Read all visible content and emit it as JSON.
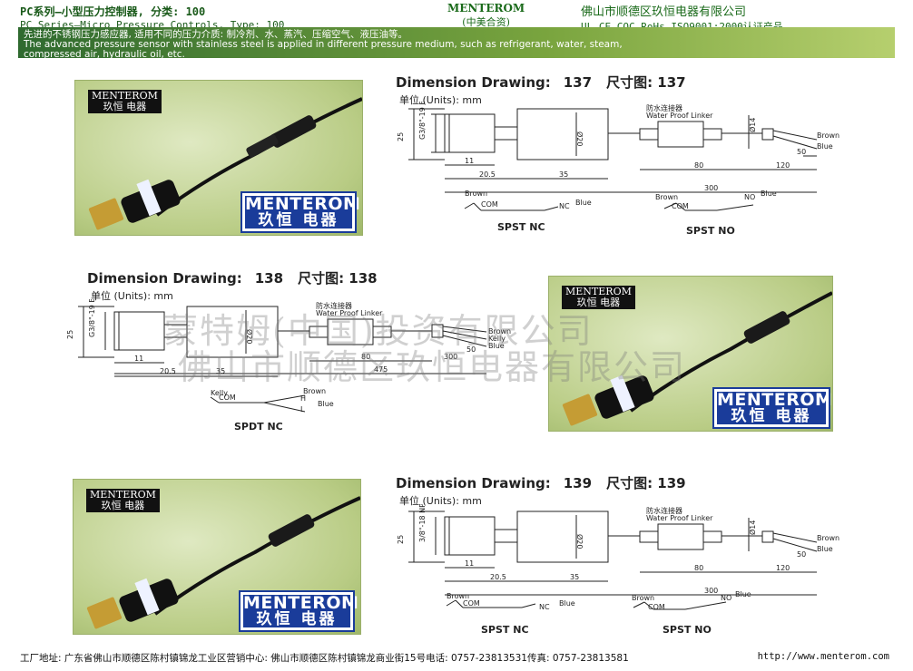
{
  "header": {
    "series_cn": "PC系列—小型压力控制器, 分类: 100",
    "series_en": "PC Series—Micro Pressure Controls, Type: 100",
    "brand": "MENTEROM",
    "brand_sub": "(中美合资)",
    "company": "佛山市顺德区玖恒电器有限公司",
    "certs": "UL CE CQC RoHs ISO9001:2000认证产品"
  },
  "banner": {
    "line1": "先进的不锈钢压力感应器, 适用不同的压力介质: 制冷剂、水、蒸汽、压缩空气、液压油等。",
    "line2": "The advanced pressure sensor with stainless steel is applied in different pressure medium, such as refrigerant, water, steam,",
    "line3": "compressed air, hydraulic oil, etc."
  },
  "logo": {
    "small_en": "MENTEROM",
    "small_cn": "玖恒 电器",
    "big_en": "MENTEROM",
    "big_cn": "玖恒 电器"
  },
  "drawings": [
    {
      "title": "Dimension Drawing:",
      "num": "137",
      "cn_label": "尺寸图:",
      "cn_num": "137",
      "units": "单位 (Units): mm",
      "thread": "G3/8\"-19 BSP",
      "dims": {
        "d25": "25",
        "d20": "Ø20",
        "d14": "Ø14",
        "d11": "11",
        "d205": "20.5",
        "d35": "35",
        "d80": "80",
        "d300": "300",
        "d120": "120",
        "d50": "50"
      },
      "linker_cn": "防水连接器",
      "linker_en": "Water Proof Linker",
      "wire1": "Brown",
      "wire2": "Blue",
      "switch1": {
        "top": "Brown",
        "com": "COM",
        "state": "NC",
        "end": "Blue",
        "label": "SPST NC"
      },
      "switch2": {
        "top": "Brown",
        "com": "COM",
        "state": "NO",
        "end": "Blue",
        "label": "SPST NO"
      }
    },
    {
      "title": "Dimension Drawing:",
      "num": "138",
      "cn_label": "尺寸图:",
      "cn_num": "138",
      "units": "单位 (Units): mm",
      "thread": "G3/8\"-19 BSP",
      "dims": {
        "d25": "25",
        "d20": "Ø20",
        "d11": "11",
        "d205": "20.5",
        "d35": "35",
        "d80": "80",
        "d300": "300",
        "d475": "475",
        "d50": "50"
      },
      "linker_cn": "防水连接器",
      "linker_en": "Water Proof Linker",
      "wire1": "Brown",
      "wire2": "Kelly",
      "wire3": "Blue",
      "switch1": {
        "top": "Brown",
        "com": "COM",
        "kelly": "Kelly",
        "h": "H",
        "l": "L",
        "end": "Blue",
        "label": "SPDT NC"
      }
    },
    {
      "title": "Dimension Drawing:",
      "num": "139",
      "cn_label": "尺寸图:",
      "cn_num": "139",
      "units": "单位 (Units): mm",
      "thread": "3/8\"-18 NPT",
      "dims": {
        "d25": "25",
        "d20": "Ø20",
        "d14": "Ø14",
        "d11": "11",
        "d205": "20.5",
        "d35": "35",
        "d80": "80",
        "d300": "300",
        "d120": "120",
        "d50": "50"
      },
      "linker_cn": "防水连接器",
      "linker_en": "Water Proof Linker",
      "wire1": "Brown",
      "wire2": "Blue",
      "switch1": {
        "top": "Brown",
        "com": "COM",
        "state": "NC",
        "end": "Blue",
        "label": "SPST NC"
      },
      "switch2": {
        "top": "Brown",
        "com": "COM",
        "state": "NO",
        "end": "Blue",
        "label": "SPST NO"
      }
    }
  ],
  "watermark": {
    "line1": "蒙特姆(中国)投资有限公司",
    "line2": "佛山市顺德区玖恒电器有限公司"
  },
  "footer": {
    "address": "工厂地址: 广东省佛山市顺德区陈村镇锦龙工业区营销中心: 佛山市顺德区陈村镇锦龙商业街15号电话: 0757-23813531传真: 0757-23813581",
    "url": "http://www.menterom.com"
  }
}
